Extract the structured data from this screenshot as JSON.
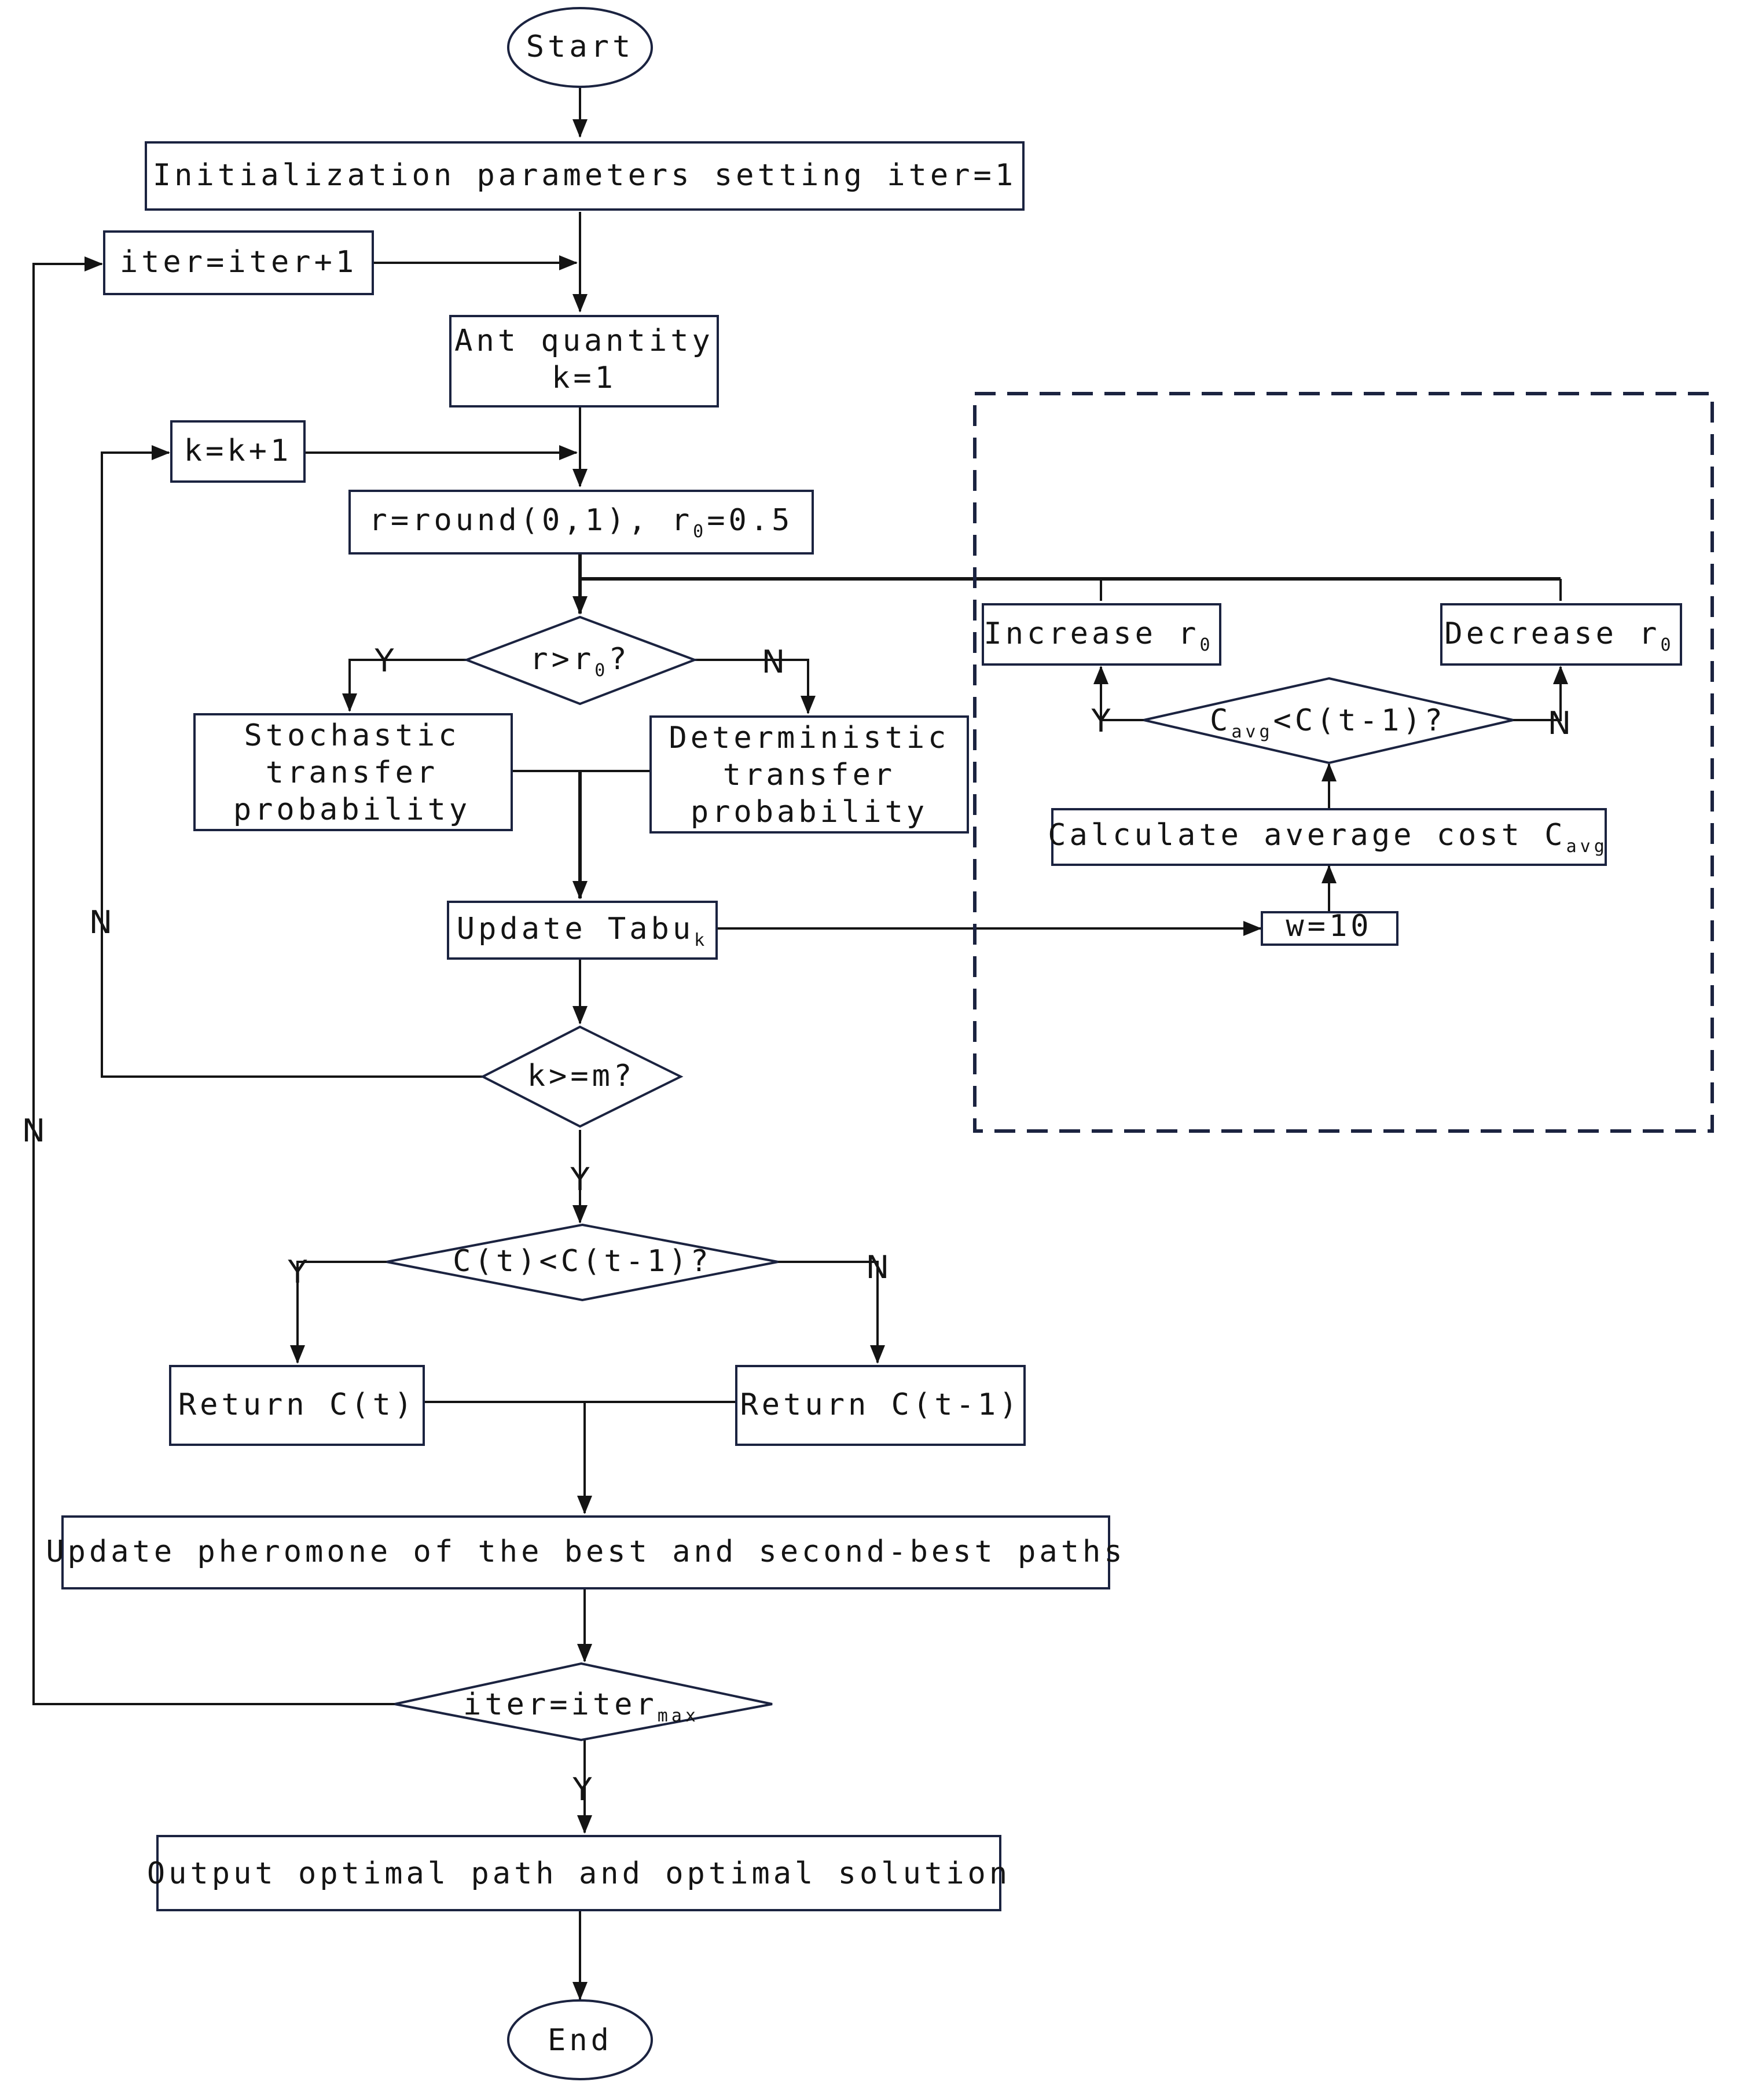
{
  "nodes": {
    "start": "Start",
    "init": "Initialization parameters setting iter=1",
    "iter_inc": "iter=iter+1",
    "ant_qty_line1": "Ant quantity",
    "ant_qty_line2": "k=1",
    "k_inc": "k=k+1",
    "r_round": "r=round(0,1), r",
    "r_round_sub": "0",
    "r_round_tail": "=0.5",
    "r_cond": "r>r",
    "r_cond_sub": "0",
    "r_cond_tail": "?",
    "stochastic_line1": "Stochastic",
    "stochastic_line2": "transfer",
    "stochastic_line3": "probability",
    "deterministic_line1": "Deterministic",
    "deterministic_line2": "transfer",
    "deterministic_line3": "probability",
    "update_tabu": "Update Tabu",
    "update_tabu_sub": "k",
    "k_cond": "k>=m?",
    "ct_cond": "C(t)<C(t-1)?",
    "return_ct": "Return C(t)",
    "return_ct1": "Return C(t-1)",
    "update_pheromone": "Update pheromone of the best and second-best paths",
    "iter_cond": "iter=iter",
    "iter_cond_sub": "max",
    "output": "Output optimal path and optimal solution",
    "end": "End",
    "increase": "Increase r",
    "increase_sub": "0",
    "decrease": "Decrease r",
    "decrease_sub": "0",
    "cavg_cond": "C",
    "cavg_cond_sub": "avg",
    "cavg_cond_tail": "<C(t-1)?",
    "calc_avg": "Calculate average cost C",
    "calc_avg_sub": "avg",
    "w10": "w=10"
  },
  "branch_labels": {
    "r_yes": "Y",
    "r_no": "N",
    "k_no": "N",
    "k_yes": "Y",
    "ct_yes": "Y",
    "ct_no": "N",
    "iter_no": "N",
    "iter_yes": "Y",
    "cavg_yes": "Y",
    "cavg_no": "N"
  }
}
